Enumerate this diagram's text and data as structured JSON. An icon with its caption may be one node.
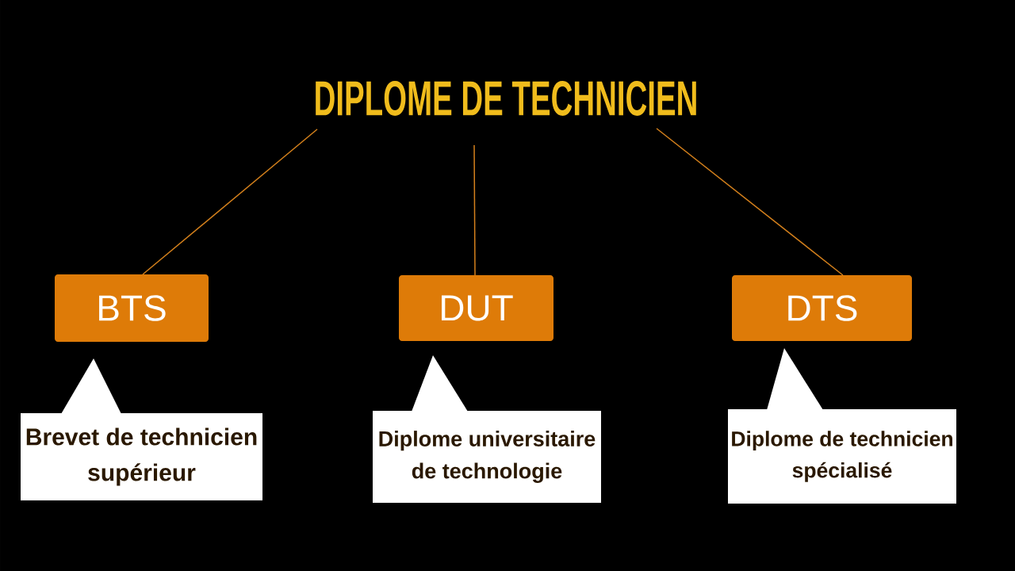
{
  "diagram": {
    "nodes": [
      {
        "text": [
          "DIPLOME DE TECHNICIEN"
        ]
      },
      {
        "text": [
          "BTS"
        ]
      },
      {
        "text": [
          "DUT"
        ]
      },
      {
        "text": [
          "DTS"
        ]
      },
      {
        "text": [
          "Brevet de technicien supérieur"
        ]
      },
      {
        "text": [
          "Diplome universitaire de technologie"
        ]
      },
      {
        "text": [
          "Diplome de technicien spécialisé"
        ]
      }
    ],
    "edges": [
      {
        "from": 0,
        "to": 1,
        "arrow": "none"
      },
      {
        "from": 0,
        "to": 2,
        "arrow": "none"
      },
      {
        "from": 0,
        "to": 3,
        "arrow": "none"
      }
    ]
  }
}
